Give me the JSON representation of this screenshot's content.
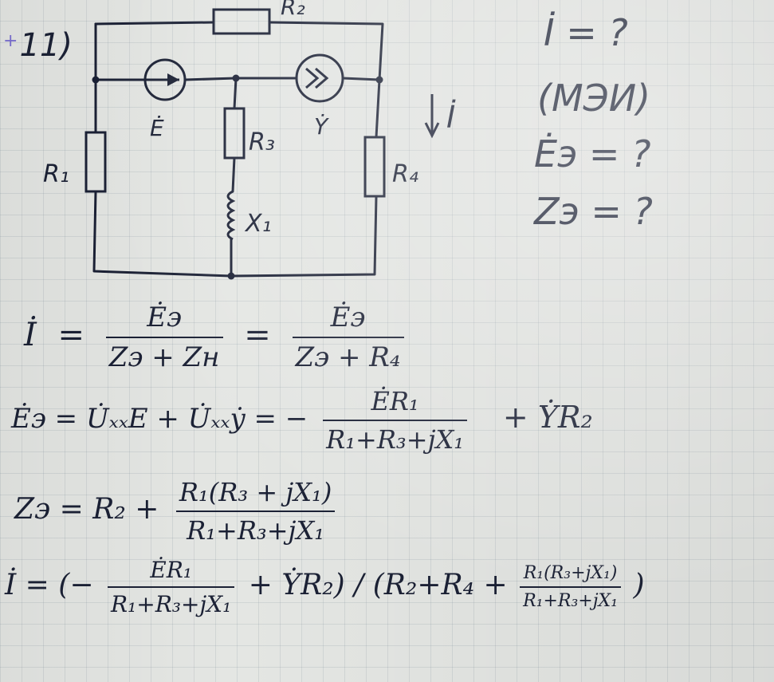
{
  "problem": {
    "number": "11)",
    "marker": "+"
  },
  "unknowns": {
    "current": "İ = ?",
    "method": "(МЭИ)",
    "emf": "Ėэ = ?",
    "impedance": "Zэ = ?"
  },
  "circuit": {
    "labels": {
      "r1": "R₁",
      "r2": "R₂",
      "r3": "R₃",
      "r4": "R₄",
      "x1": "X₁",
      "emf_source": "Ė",
      "current_source": "Ẏ",
      "current_arrow": "İ"
    }
  },
  "formulas": {
    "line1": {
      "lhs": "İ",
      "eq": "=",
      "frac1_num": "Ėэ",
      "frac1_den": "Zэ + Zн",
      "eq2": "=",
      "frac2_num": "Ėэ",
      "frac2_den": "Zэ + R₄"
    },
    "line2": {
      "lhs": "Ėэ = U̇ₓₓE + U̇ₓₓẏ = −",
      "frac_num": "ĖR₁",
      "frac_den": "R₁+R₃+jX₁",
      "tail": "+ ẎR₂"
    },
    "line3": {
      "lhs": "Zэ = R₂ +",
      "frac_num": "R₁(R₃ + jX₁)",
      "frac_den": "R₁+R₃+jX₁"
    },
    "line4": {
      "lhs": "İ = (−",
      "frac_num": "ĖR₁",
      "frac_den": "R₁+R₃+jX₁",
      "mid": "+ ẎR₂) / (R₂+R₄ +",
      "frac2_num": "R₁(R₃+jX₁)",
      "frac2_den": "R₁+R₃+jX₁",
      "close": ")"
    }
  }
}
